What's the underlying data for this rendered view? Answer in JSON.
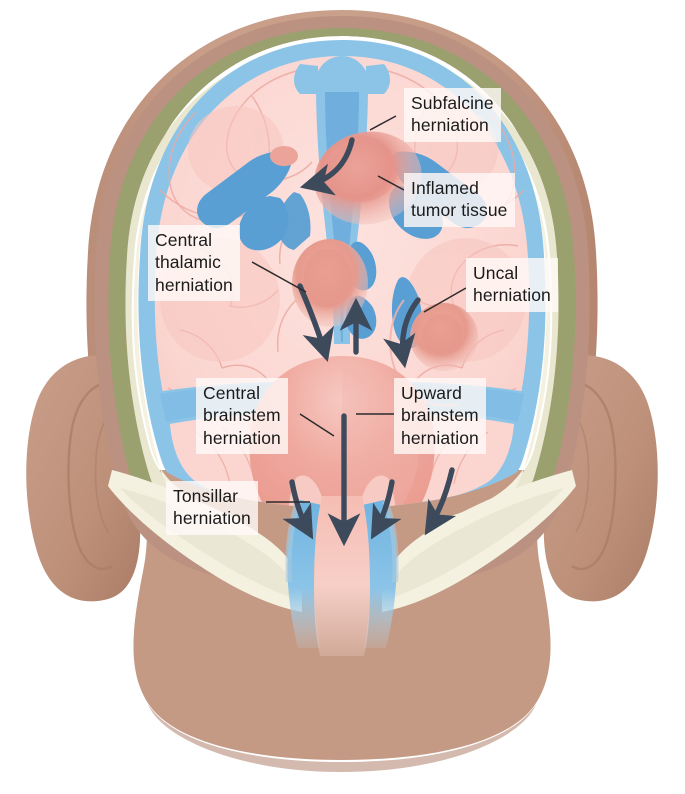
{
  "figure": {
    "title": "Coronal section of the head showing brain herniation syndromes",
    "view": "coronal",
    "background": "#ffffff"
  },
  "palette": {
    "skin": "#c59a85",
    "skin_shadow": "#b08771",
    "skin_light": "#d3ab97",
    "skull_outer": "#bb9281",
    "skull_bone": "#9aa06e",
    "skull_diploe": "#e8e6cf",
    "skull_inner": "#f2efdd",
    "dura": "#8d9463",
    "csf_blue": "#8cc4e8",
    "sinus_blue": "#5a9fd4",
    "ventricle_blue": "#5a9fd4",
    "brain_pink": "#fbd7d2",
    "brain_pink_deep": "#f6c5bf",
    "sulci_line": "#e8a9a2",
    "tumor": "#e89a8e",
    "tumor_core": "#e08878",
    "brainstem": "#f0ada4",
    "arrow": "#3d4a5c",
    "label_bg": "#fff9f7",
    "text": "#1b1b1b",
    "leader_line": "#2b2b2b"
  },
  "labels": [
    {
      "id": "subfalcine",
      "line1": "Subfalcine",
      "line2": "herniation",
      "line3": ""
    },
    {
      "id": "inflamed-tumor",
      "line1": "Inflamed",
      "line2": "tumor tissue",
      "line3": ""
    },
    {
      "id": "central-thalamic",
      "line1": "Central",
      "line2": "thalamic",
      "line3": "herniation"
    },
    {
      "id": "uncal",
      "line1": "Uncal",
      "line2": "herniation",
      "line3": ""
    },
    {
      "id": "central-brainstem",
      "line1": "Central",
      "line2": "brainstem",
      "line3": "herniation"
    },
    {
      "id": "upward-brainstem",
      "line1": "Upward",
      "line2": "brainstem",
      "line3": "herniation"
    },
    {
      "id": "tonsillar",
      "line1": "Tonsillar",
      "line2": "herniation",
      "line3": ""
    }
  ],
  "anatomy": {
    "structures": [
      "scalp",
      "skull bone",
      "dura mater",
      "superior sagittal sinus",
      "falx cerebri",
      "cerebral hemispheres",
      "lateral ventricles",
      "thalamus",
      "brainstem",
      "cerebellum",
      "tentorium cerebelli",
      "foramen magnum",
      "spinal cord",
      "ear"
    ],
    "herniation_arrows": [
      "subfalcine (under falx, leftward)",
      "central thalamic (downward)",
      "uncal (downward medial)",
      "upward brainstem (upward through tentorial notch)",
      "central brainstem (downward)",
      "tonsillar (downward through foramen magnum, bilateral)"
    ]
  }
}
